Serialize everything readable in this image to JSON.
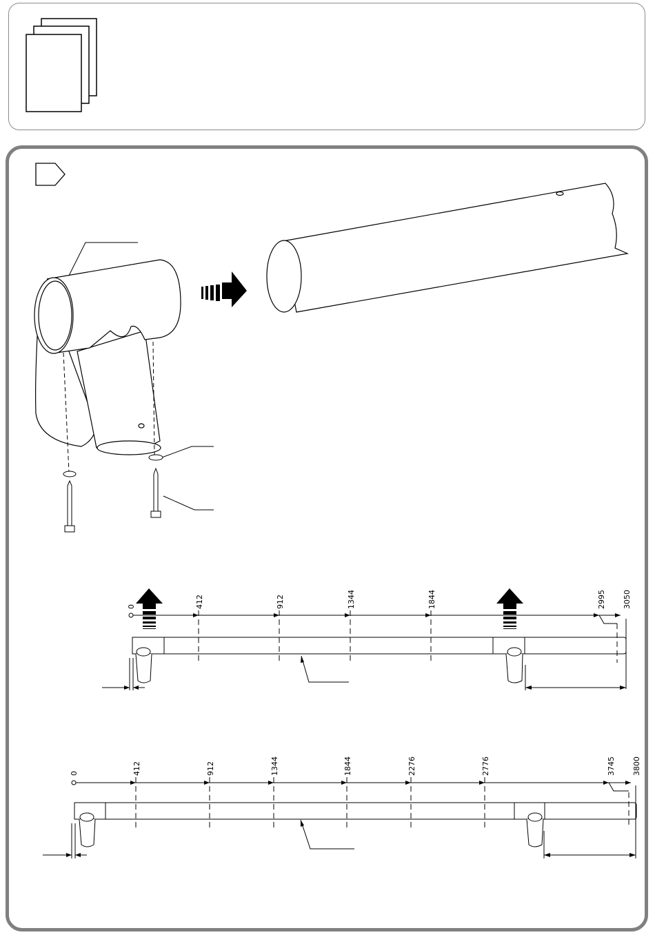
{
  "top_panel": {
    "icon": "document-stack-icon"
  },
  "step": {
    "icon": "step-tag-icon"
  },
  "assembly": {
    "icon": "insert-arrow-icon"
  },
  "beam_short": {
    "marks": [
      "0",
      "412",
      "912",
      "1344",
      "1844",
      "2995",
      "3050"
    ],
    "icon": "lift-arrow-icon"
  },
  "beam_long": {
    "marks": [
      "0",
      "412",
      "912",
      "1344",
      "1844",
      "2276",
      "2776",
      "3745",
      "3800"
    ]
  },
  "colors": {
    "line": "#000000",
    "panel_border": "#808080"
  }
}
